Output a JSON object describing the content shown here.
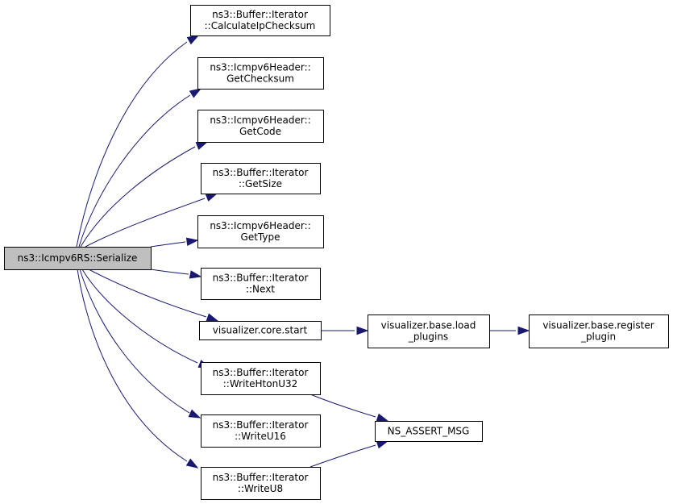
{
  "graph": {
    "root": {
      "id": "root",
      "lines": [
        "ns3::Icmpv6RS::Serialize"
      ]
    },
    "nodes": [
      {
        "id": "calc_ip_checksum",
        "lines": [
          "ns3::Buffer::Iterator",
          "::CalculateIpChecksum"
        ]
      },
      {
        "id": "get_checksum",
        "lines": [
          "ns3::Icmpv6Header::",
          "GetChecksum"
        ]
      },
      {
        "id": "get_code",
        "lines": [
          "ns3::Icmpv6Header::",
          "GetCode"
        ]
      },
      {
        "id": "get_size",
        "lines": [
          "ns3::Buffer::Iterator",
          "::GetSize"
        ]
      },
      {
        "id": "get_type",
        "lines": [
          "ns3::Icmpv6Header::",
          "GetType"
        ]
      },
      {
        "id": "next",
        "lines": [
          "ns3::Buffer::Iterator",
          "::Next"
        ]
      },
      {
        "id": "core_start",
        "lines": [
          "visualizer.core.start"
        ]
      },
      {
        "id": "load_plugins",
        "lines": [
          "visualizer.base.load",
          "_plugins"
        ]
      },
      {
        "id": "register_plugin",
        "lines": [
          "visualizer.base.register",
          "_plugin"
        ]
      },
      {
        "id": "write_hton_u32",
        "lines": [
          "ns3::Buffer::Iterator",
          "::WriteHtonU32"
        ]
      },
      {
        "id": "write_u16",
        "lines": [
          "ns3::Buffer::Iterator",
          "::WriteU16"
        ]
      },
      {
        "id": "write_u8",
        "lines": [
          "ns3::Buffer::Iterator",
          "::WriteU8"
        ]
      },
      {
        "id": "ns_assert_msg",
        "lines": [
          "NS_ASSERT_MSG"
        ]
      }
    ],
    "edges": [
      {
        "from": "root",
        "to": "calc_ip_checksum"
      },
      {
        "from": "root",
        "to": "get_checksum"
      },
      {
        "from": "root",
        "to": "get_code"
      },
      {
        "from": "root",
        "to": "get_size"
      },
      {
        "from": "root",
        "to": "get_type"
      },
      {
        "from": "root",
        "to": "next"
      },
      {
        "from": "root",
        "to": "core_start"
      },
      {
        "from": "root",
        "to": "write_hton_u32"
      },
      {
        "from": "root",
        "to": "write_u16"
      },
      {
        "from": "root",
        "to": "write_u8"
      },
      {
        "from": "core_start",
        "to": "load_plugins"
      },
      {
        "from": "load_plugins",
        "to": "register_plugin"
      },
      {
        "from": "write_hton_u32",
        "to": "ns_assert_msg"
      },
      {
        "from": "write_u8",
        "to": "ns_assert_msg"
      }
    ],
    "colors": {
      "edge": "#191970",
      "root_fill": "#bfbfbf",
      "node_fill": "#ffffff",
      "border": "#000000"
    }
  }
}
